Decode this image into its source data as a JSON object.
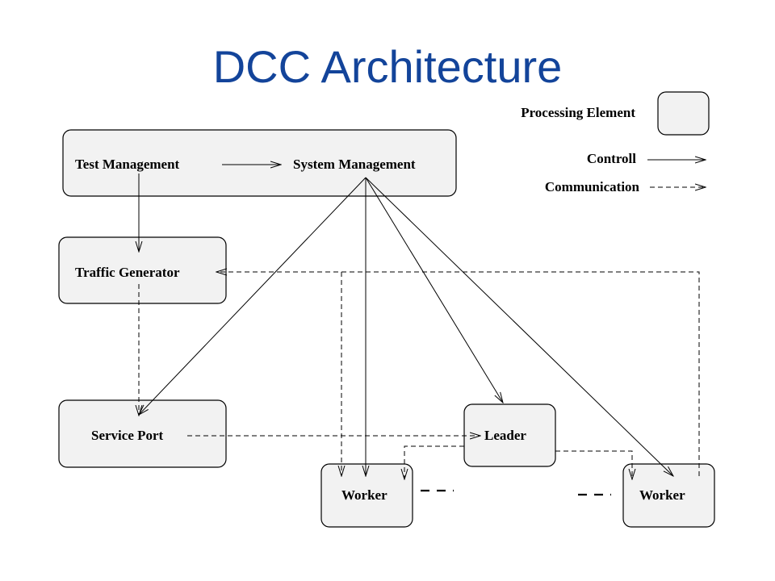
{
  "title": "DCC Architecture",
  "legend": {
    "processing_element": "Processing Element",
    "control": "Controll",
    "communication": "Communication"
  },
  "nodes": {
    "test_management": "Test Management",
    "system_management": "System Management",
    "traffic_generator": "Traffic Generator",
    "service_port": "Service Port",
    "leader": "Leader",
    "worker_left": "Worker",
    "worker_right": "Worker"
  },
  "colors": {
    "title": "#13449a",
    "box_fill": "#f2f2f2",
    "line": "#000000"
  }
}
